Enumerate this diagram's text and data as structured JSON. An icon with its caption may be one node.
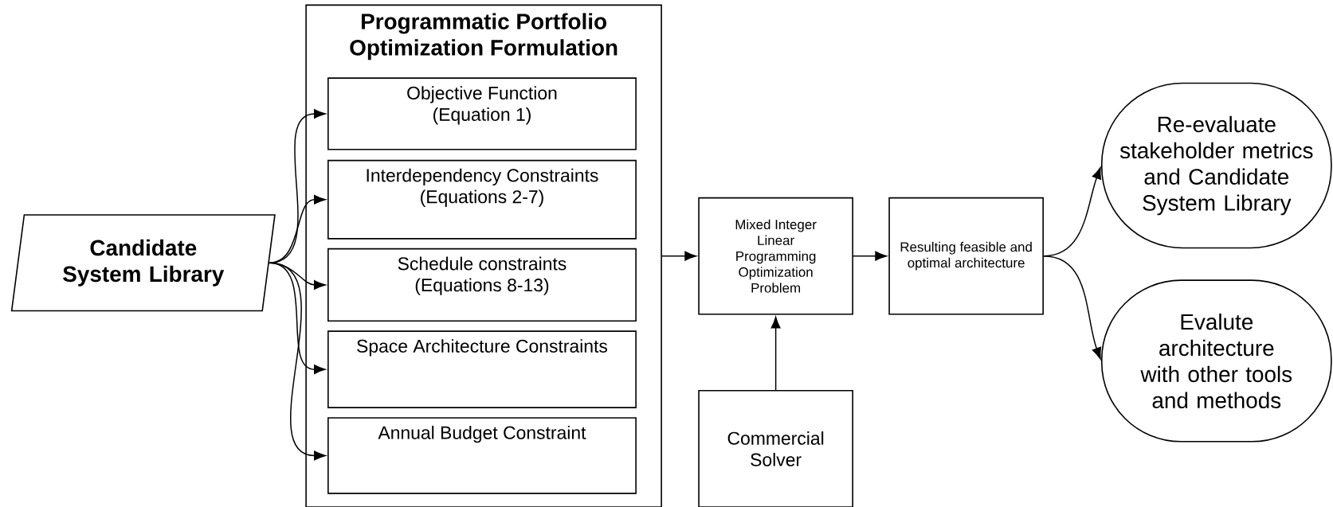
{
  "diagram": {
    "nodes": [
      {
        "text": [
          "Candidate System Library"
        ]
      },
      {
        "text": [
          "Programmatic Portfolio Optimization Formulation"
        ]
      },
      {
        "text": [
          "Objective Function (Equation 1)"
        ],
        "in": 1
      },
      {
        "text": [
          "Interdependency Constraints (Equations 2-7)"
        ],
        "in": 1
      },
      {
        "text": [
          "Schedule constraints (Equations 8-13)"
        ],
        "in": 1
      },
      {
        "text": [
          "Space Architecture Constraints"
        ],
        "in": 1
      },
      {
        "text": [
          "Annual Budget Constraint"
        ],
        "in": 1
      },
      {
        "text": [
          "Mixed Integer Linear Programming Optimization Problem"
        ]
      },
      {
        "text": [
          "Commercial Solver"
        ]
      },
      {
        "text": [
          "Resulting feasible and optimal architecture"
        ]
      },
      {
        "text": [
          "Re-evaluate stakeholder metrics and Candidate System Library"
        ]
      },
      {
        "text": [
          "Evalute architecture with other tools and methods"
        ]
      }
    ],
    "edges": [
      {
        "from": 0,
        "to": 2,
        "arrow": "to"
      },
      {
        "from": 0,
        "to": 3,
        "arrow": "to"
      },
      {
        "from": 0,
        "to": 4,
        "arrow": "to"
      },
      {
        "from": 0,
        "to": 5,
        "arrow": "to"
      },
      {
        "from": 0,
        "to": 6,
        "arrow": "to"
      },
      {
        "from": 1,
        "to": 7,
        "arrow": "to"
      },
      {
        "from": 8,
        "to": 7,
        "arrow": "to"
      },
      {
        "from": 7,
        "to": 9,
        "arrow": "to"
      },
      {
        "from": 9,
        "to": 10,
        "arrow": "to"
      },
      {
        "from": 9,
        "to": 11,
        "arrow": "to"
      }
    ]
  }
}
